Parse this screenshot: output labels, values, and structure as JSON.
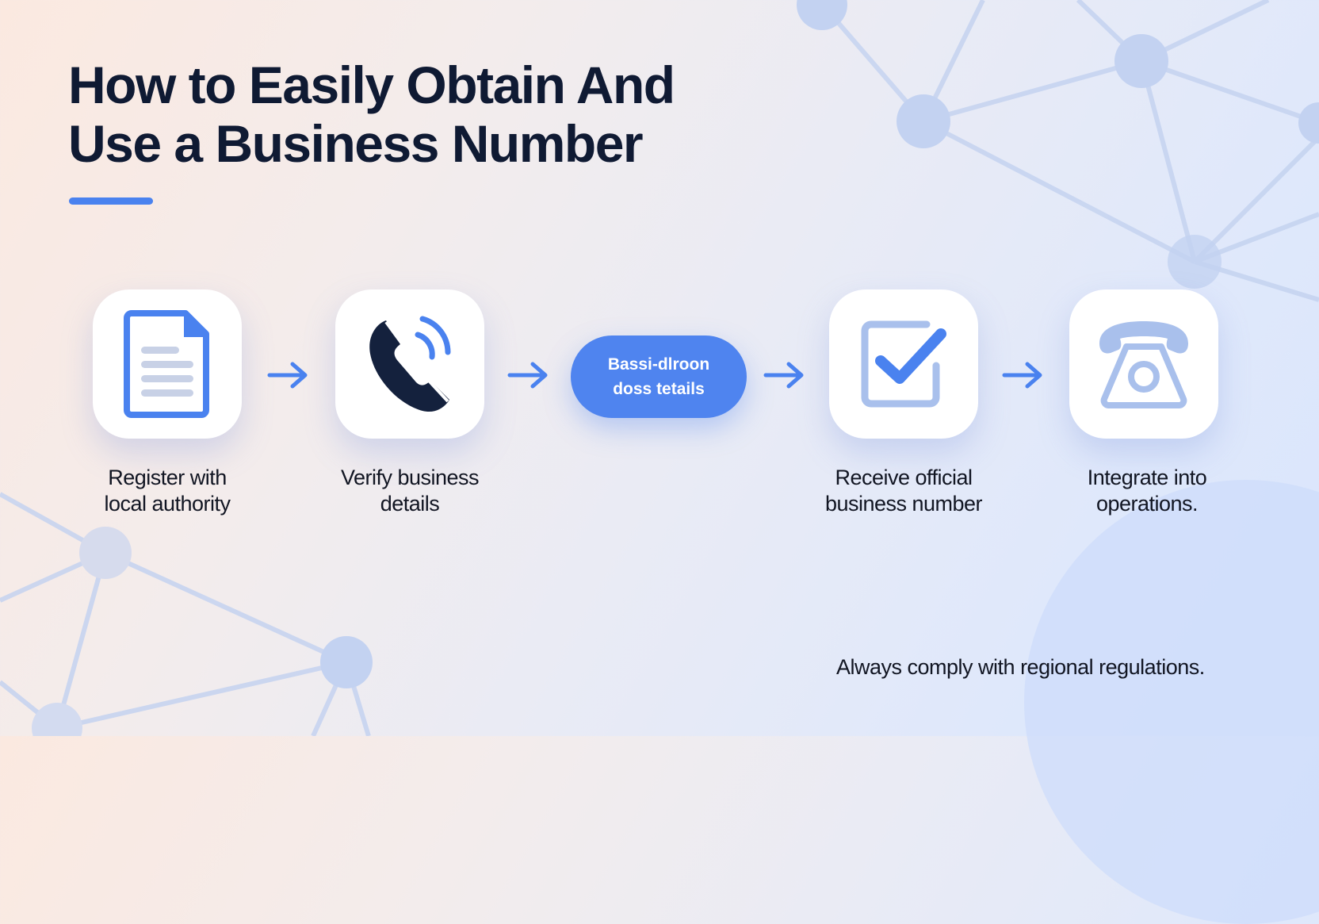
{
  "title": {
    "line1": "How to Easily Obtain And",
    "line2": "Use a Business Number"
  },
  "colors": {
    "accent": "#4a82ef",
    "pill": "#4f84ef",
    "dark_icon": "#14213d",
    "light_icon": "#a9c0ec",
    "text": "#0f1a33"
  },
  "steps": [
    {
      "icon": "document-icon",
      "label_line1": "Register with",
      "label_line2": "local authority"
    },
    {
      "icon": "phone-call-icon",
      "label_line1": "Verify business",
      "label_line2": "details"
    },
    {
      "icon": "pill-badge",
      "pill_line1": "Bassi-dlroon",
      "pill_line2": "doss tetails"
    },
    {
      "icon": "checkbox-icon",
      "label_line1": "Receive official",
      "label_line2": "business number"
    },
    {
      "icon": "rotary-phone-icon",
      "label_line1": "Integrate into",
      "label_line2": "operations."
    }
  ],
  "arrows": [
    "arrow-right-icon",
    "arrow-right-icon",
    "arrow-right-icon",
    "arrow-right-icon"
  ],
  "footer": {
    "note": "Always comply with regional regulations."
  }
}
